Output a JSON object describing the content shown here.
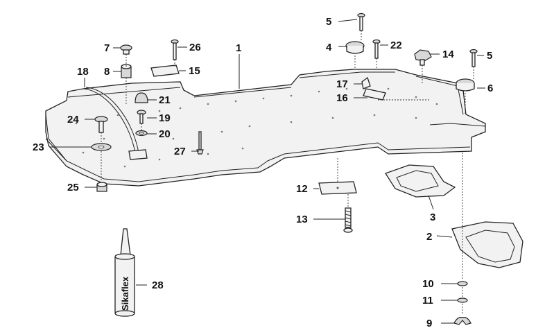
{
  "labels": {
    "l1": "1",
    "l2": "2",
    "l3": "3",
    "l4": "4",
    "l5a": "5",
    "l5b": "5",
    "l6": "6",
    "l7": "7",
    "l8": "8",
    "l9": "9",
    "l10": "10",
    "l11": "11",
    "l12": "12",
    "l13": "13",
    "l14": "14",
    "l15": "15",
    "l16": "16",
    "l17": "17",
    "l18": "18",
    "l19": "19",
    "l20": "20",
    "l21": "21",
    "l22": "22",
    "l23": "23",
    "l24": "24",
    "l25": "25",
    "l26": "26",
    "l27": "27",
    "l28": "28"
  },
  "tube_text": "Sikaflex"
}
